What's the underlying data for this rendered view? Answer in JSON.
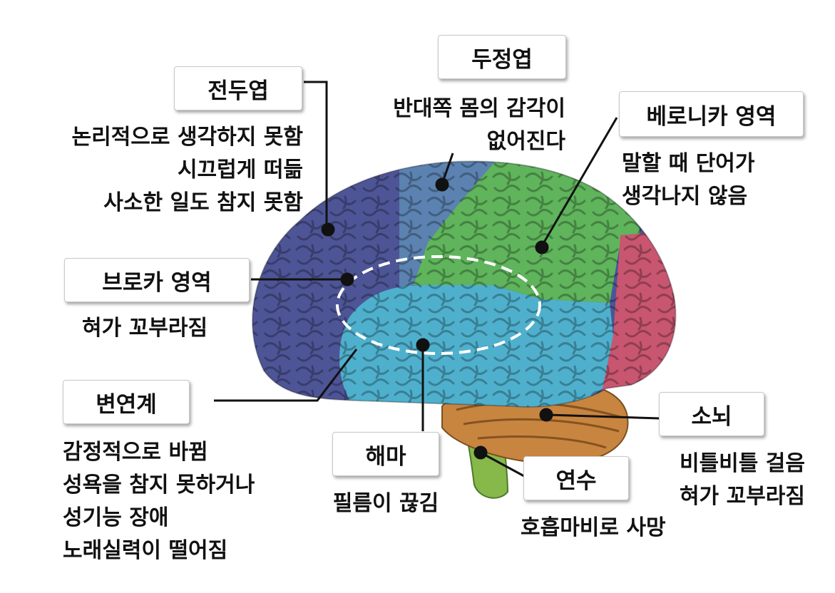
{
  "regions": {
    "frontal": {
      "title": "전두엽",
      "lines": [
        "논리적으로 생각하지 못함",
        "시끄럽게 떠듦",
        "사소한 일도 참지 못함"
      ],
      "color": "#4d5596"
    },
    "parietal": {
      "title": "두정엽",
      "lines": [
        "반대쪽 몸의 감각이",
        "없어진다"
      ],
      "color": "#5b82b0"
    },
    "wernicke": {
      "title": "베로니카 영역",
      "lines": [
        "말할 때 단어가",
        "생각나지 않음"
      ],
      "color": "#5fb45c"
    },
    "broca": {
      "title": "브로카 영역",
      "lines": [
        "혀가 꼬부라짐"
      ]
    },
    "limbic": {
      "title": "변연계",
      "lines": [
        "감정적으로 바뀜",
        "성욕을 참지 못하거나",
        "성기능 장애",
        "노래실력이 떨어짐"
      ]
    },
    "hippocampus": {
      "title": "해마",
      "lines": [
        "필름이 끊김"
      ]
    },
    "medulla": {
      "title": "연수",
      "lines": [
        "호흡마비로 사망"
      ],
      "color": "#86b84a"
    },
    "cerebellum": {
      "title": "소뇌",
      "lines": [
        "비틀비틀 걸음",
        "혀가 꼬부라짐"
      ],
      "color": "#c8853f"
    },
    "temporal": {
      "color": "#4fb0cd"
    },
    "occipital": {
      "color": "#c85670"
    }
  }
}
